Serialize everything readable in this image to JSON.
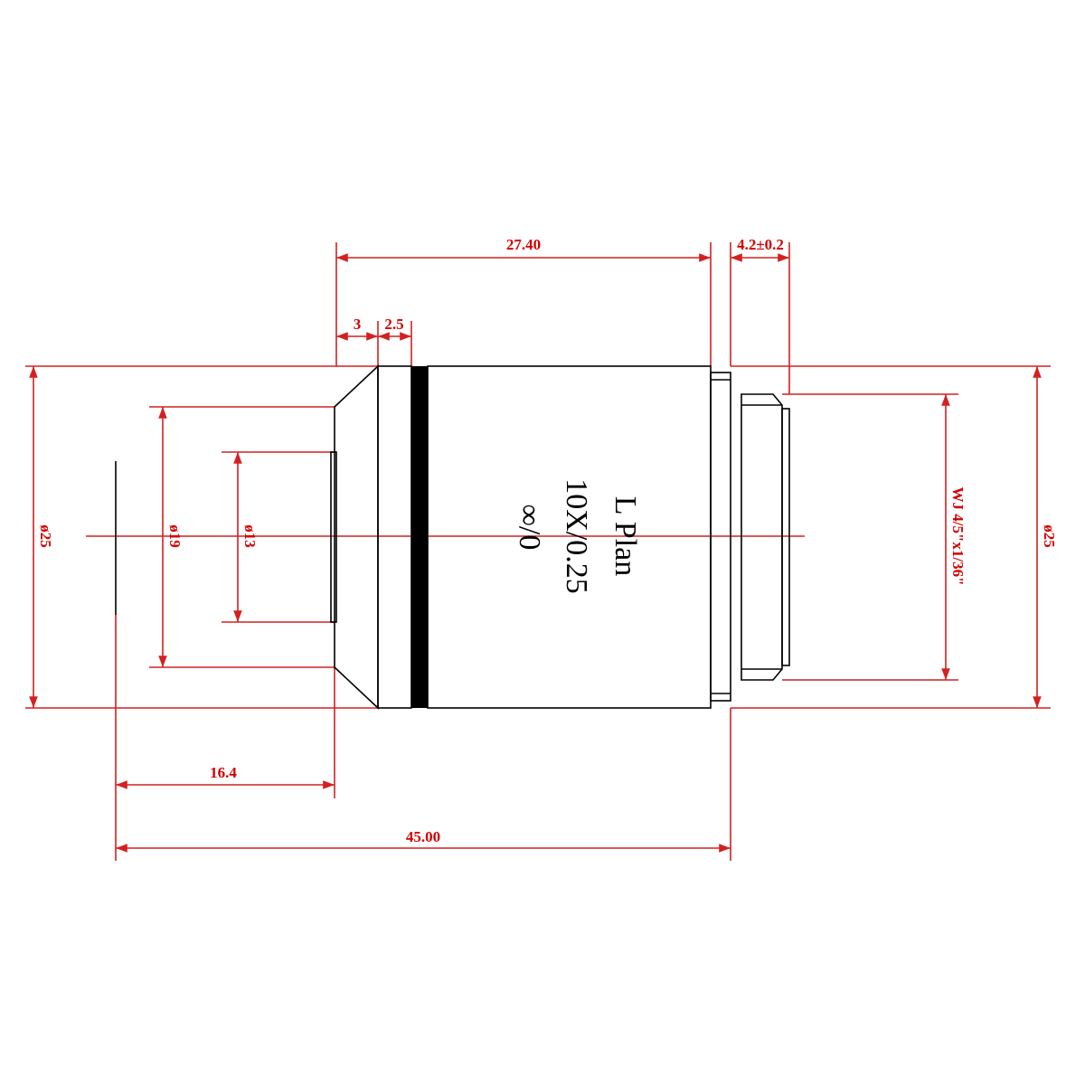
{
  "title": "Microscope objective dimension drawing",
  "colors": {
    "dimension": "#d42020",
    "outline": "#000000"
  },
  "dimensions": {
    "length_body": "27.40",
    "thread_length": "4.2±0.2",
    "front_chamfer": "3",
    "ring_width": "2.5",
    "outer_diameter_left": "ø25",
    "outer_diameter_right": "ø25",
    "diameter_19": "ø19",
    "diameter_13": "ø13",
    "working_distance": "16.4",
    "parfocal_length": "45.00",
    "thread_spec": "WJ 4/5\"x1/36\""
  },
  "objective_label": {
    "line1": "L Plan",
    "line2": "10X/0.25",
    "line3": "∞/0"
  }
}
